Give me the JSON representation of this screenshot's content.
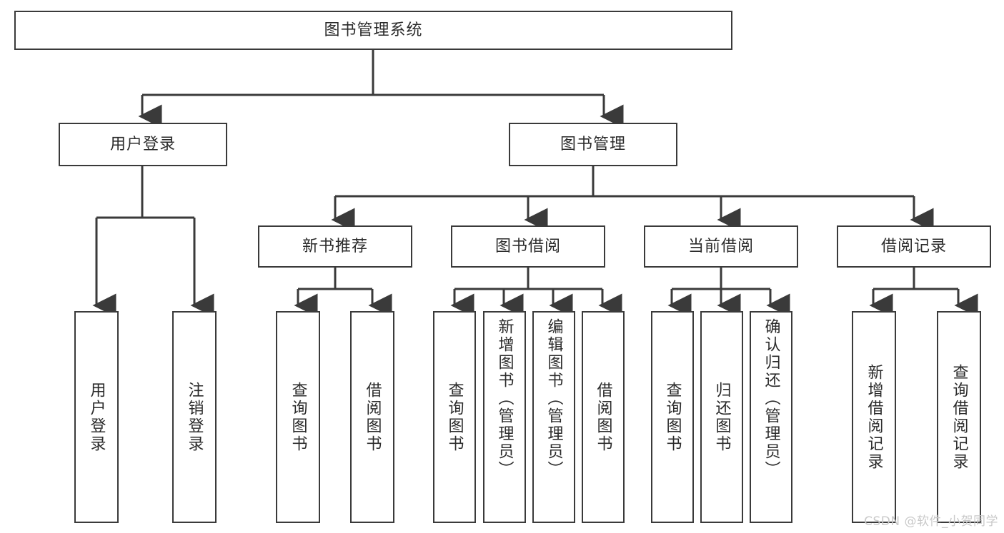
{
  "diagram": {
    "type": "tree-hierarchy-flowchart",
    "title": "图书管理系统",
    "watermark": "CSDN @软件_小贺同学",
    "colors": {
      "box_border": "#3a3a3a",
      "box_fill": "#ffffff",
      "text": "#2b2b2b",
      "connector": "#3a3a3a",
      "watermark": "#c9c9c9",
      "background": "#ffffff"
    },
    "nodes": {
      "root": {
        "label": "图书管理系统",
        "level": 0
      },
      "level1": [
        {
          "id": "user-login",
          "label": "用户登录"
        },
        {
          "id": "book-management",
          "label": "图书管理"
        }
      ],
      "level2": [
        {
          "id": "new-book-recommend",
          "label": "新书推荐",
          "parent": "book-management"
        },
        {
          "id": "book-borrow",
          "label": "图书借阅",
          "parent": "book-management"
        },
        {
          "id": "current-borrow",
          "label": "当前借阅",
          "parent": "book-management"
        },
        {
          "id": "borrow-record",
          "label": "借阅记录",
          "parent": "book-management"
        }
      ],
      "leaves": [
        {
          "id": "leaf-user-login",
          "label": "用户登录",
          "parent": "user-login"
        },
        {
          "id": "leaf-logout",
          "label": "注销登录",
          "parent": "user-login"
        },
        {
          "id": "leaf-query-book-1",
          "label": "查询图书",
          "parent": "new-book-recommend"
        },
        {
          "id": "leaf-borrow-book-1",
          "label": "借阅图书",
          "parent": "new-book-recommend"
        },
        {
          "id": "leaf-query-book-2",
          "label": "查询图书",
          "parent": "book-borrow"
        },
        {
          "id": "leaf-add-book",
          "label": "新增图书（管理员）",
          "parent": "book-borrow"
        },
        {
          "id": "leaf-edit-book",
          "label": "编辑图书（管理员）",
          "parent": "book-borrow"
        },
        {
          "id": "leaf-borrow-book-2",
          "label": "借阅图书",
          "parent": "book-borrow"
        },
        {
          "id": "leaf-query-book-3",
          "label": "查询图书",
          "parent": "current-borrow"
        },
        {
          "id": "leaf-return-book",
          "label": "归还图书",
          "parent": "current-borrow"
        },
        {
          "id": "leaf-confirm-return",
          "label": "确认归还（管理员）",
          "parent": "current-borrow"
        },
        {
          "id": "leaf-add-record",
          "label": "新增借阅记录",
          "parent": "borrow-record"
        },
        {
          "id": "leaf-query-record",
          "label": "查询借阅记录",
          "parent": "borrow-record"
        }
      ]
    }
  }
}
